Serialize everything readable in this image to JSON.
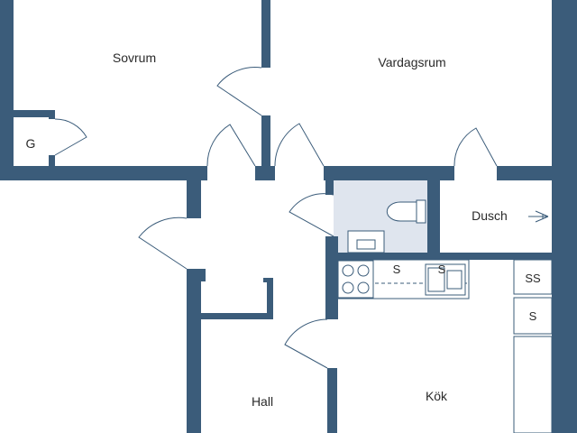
{
  "colors": {
    "wall": "#3b5c7a",
    "wc_floor": "#dfe5ee",
    "background": "#ffffff"
  },
  "rooms": {
    "sovrum": "Sovrum",
    "vardagsrum": "Vardagsrum",
    "closet": "G",
    "dusch": "Dusch",
    "hall": "Hall",
    "kok": "Kök"
  },
  "fixtures": {
    "stove_label": "S",
    "sink_label": "S",
    "tall_cabinet_top": "SS",
    "tall_cabinet_bottom": "S"
  }
}
